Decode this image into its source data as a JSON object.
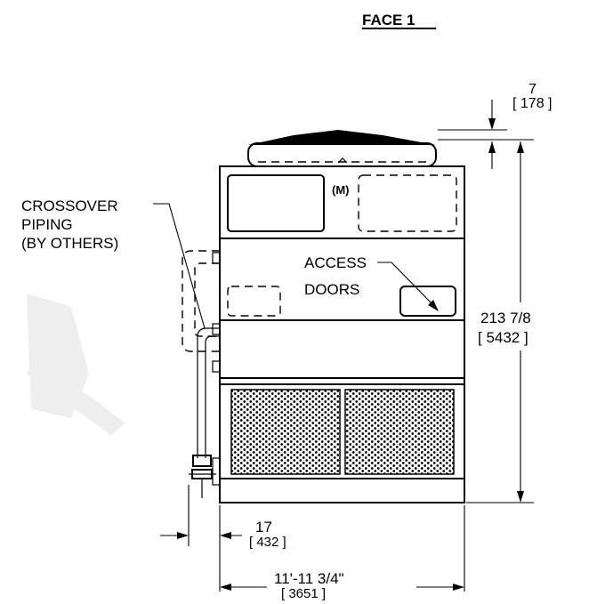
{
  "view_title": "FACE 1",
  "dimensions": {
    "top_offset": {
      "imperial": "7",
      "metric": "[ 178 ]"
    },
    "height": {
      "imperial": "213 7/8",
      "metric": "[ 5432 ]"
    },
    "side_offset": {
      "imperial": "17",
      "metric": "[ 432 ]"
    },
    "width": {
      "imperial": "11'-11 3/4\"",
      "metric": "[ 3651 ]"
    }
  },
  "callouts": {
    "crossover": [
      "CROSSOVER",
      "PIPING",
      "(BY OTHERS)"
    ],
    "access": [
      "ACCESS",
      "DOORS"
    ]
  },
  "logo_text": "(M)",
  "watermark_color": "#eeeeee"
}
